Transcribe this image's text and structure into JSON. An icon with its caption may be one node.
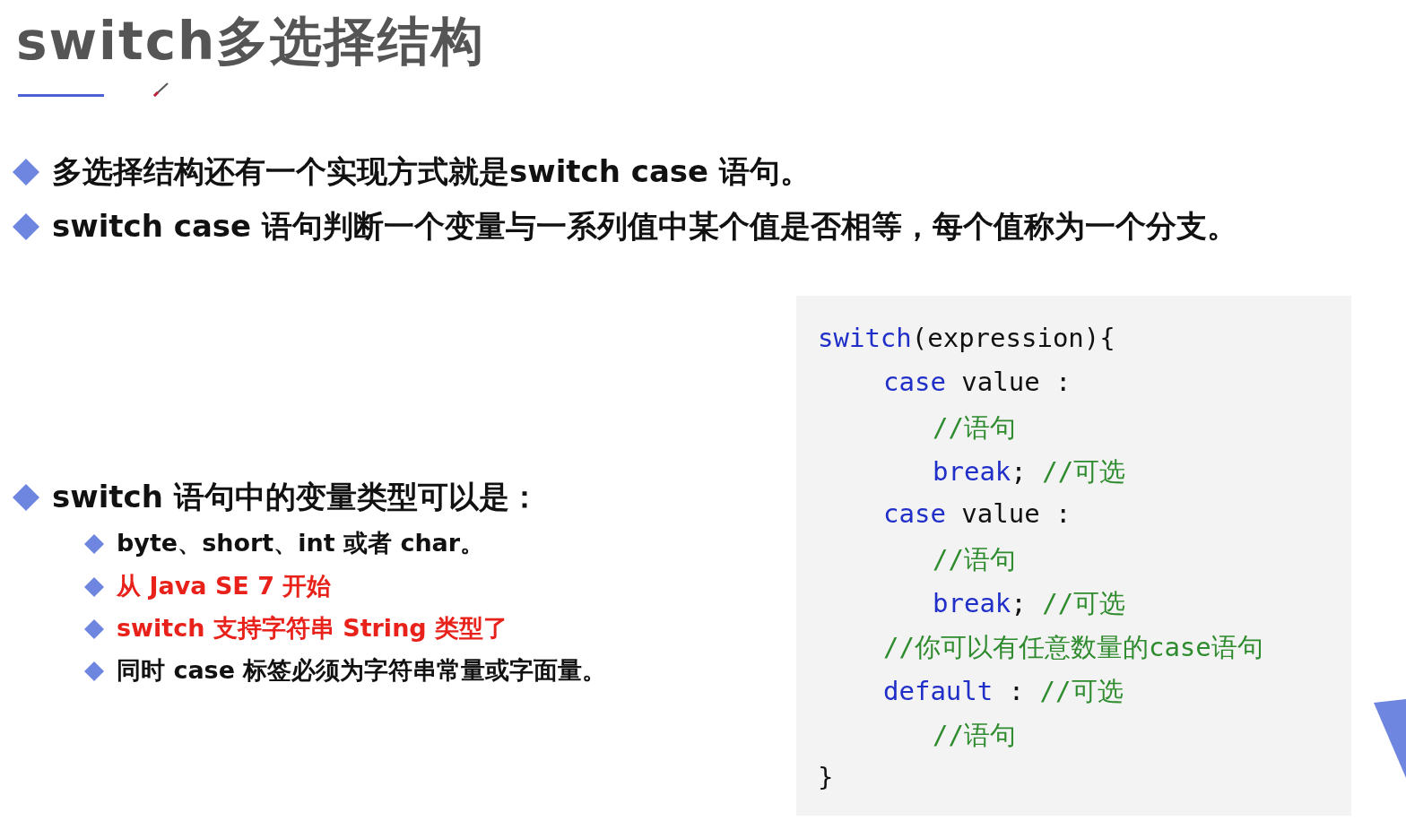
{
  "diagram": {
    "title": "switch多选择结构",
    "nodes": [
      {
        "text": [
          "switch(expression){",
          "case value :",
          "//语句",
          "break; //可选",
          "case value :",
          "//语句",
          "break; //可选",
          "//你可以有任意数量的case语句",
          "default : //可选",
          "//语句",
          "}"
        ]
      }
    ],
    "labels": [
      "多选择结构还有一个实现方式就是switch case 语句。",
      "switch case 语句判断一个变量与一系列值中某个值是否相等，每个值称为一个分支。",
      "switch 语句中的变量类型可以是：",
      "byte、short、int 或者 char。",
      "从 Java SE 7 开始",
      "switch 支持字符串 String 类型了",
      "同时 case 标签必须为字符串常量或字面量。"
    ]
  }
}
